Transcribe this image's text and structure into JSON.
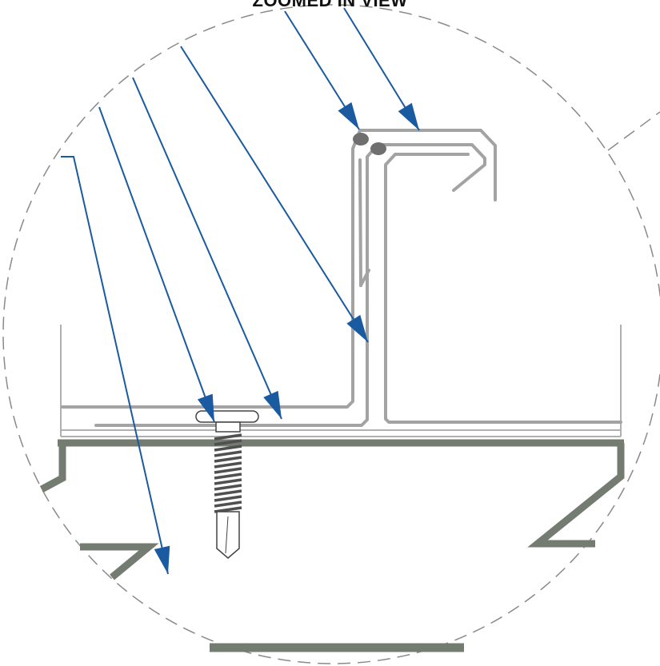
{
  "title": "ZOOMED IN VIEW",
  "colors": {
    "arrow": "#1a5aa0",
    "panel": "#a3a3a3",
    "steel": "#747b70",
    "outline": "#8a8a8a",
    "fastener": "#555555"
  },
  "callouts": [
    {
      "id": "seal-left"
    },
    {
      "id": "seal-right"
    },
    {
      "id": "panel-hem"
    },
    {
      "id": "clip-base"
    },
    {
      "id": "fastener-washer"
    },
    {
      "id": "underlay"
    },
    {
      "id": "structure"
    }
  ]
}
